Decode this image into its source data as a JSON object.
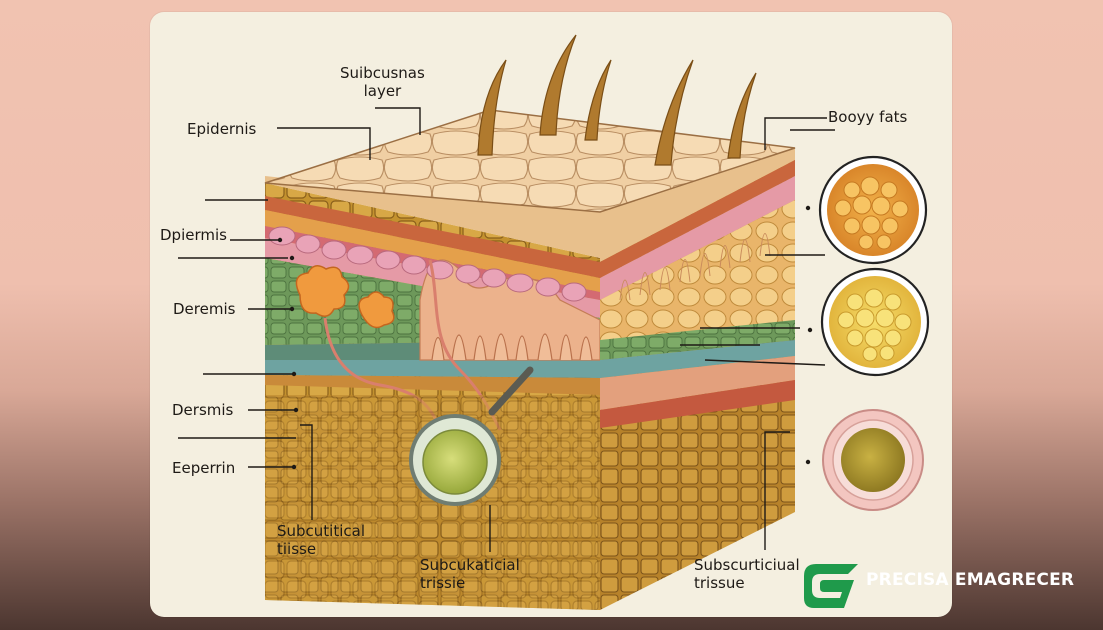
{
  "labels": {
    "top_center": "Suibcusnas\nlayer",
    "top_right": "Booyy fats",
    "left_1": "Epidernis",
    "left_2": "Dpiermis",
    "left_3": "Deremis",
    "left_4": "Dersmis",
    "left_5": "Eeperrin",
    "bottom_1": "Subcutitical\ntiisse",
    "bottom_2": "Subcukaticial\ntrissie",
    "bottom_3": "Subscurticiual\ntrissue"
  },
  "brand": {
    "name": "PRECISA EMAGRECER",
    "logo_color": "#1f9a4b"
  },
  "colors": {
    "epidermis": "#f2cfa4",
    "pink_layer": "#e59aa6",
    "green_layer": "#6e9a5a",
    "fat_layer": "#c99a35",
    "blue_layer": "#6ea3a1"
  }
}
